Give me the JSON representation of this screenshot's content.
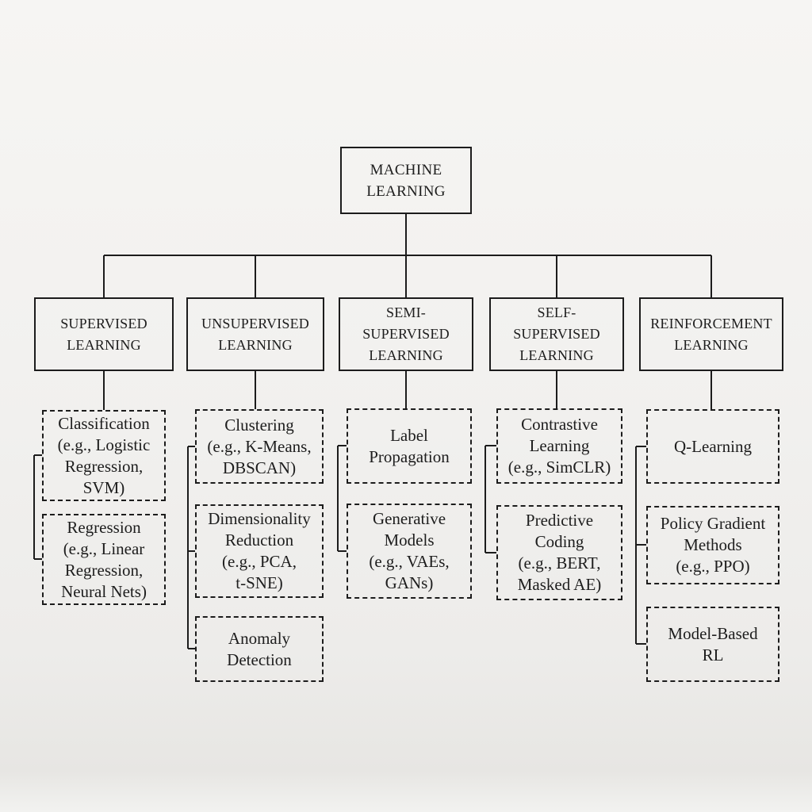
{
  "page": {
    "background_color": "#f1f0ee",
    "line_color": "#1c1c1c",
    "text_color": "#1d1d1d"
  },
  "diagram": {
    "root": {
      "label": "MACHINE\nLEARNING"
    },
    "branches": [
      {
        "label": "SUPERVISED\nLEARNING",
        "children": [
          {
            "label": "Classification\n(e.g., Logistic\nRegression,\nSVM)"
          },
          {
            "label": "Regression\n(e.g., Linear\nRegression,\nNeural Nets)"
          }
        ]
      },
      {
        "label": "UNSUPERVISED\nLEARNING",
        "children": [
          {
            "label": "Clustering\n(e.g., K-Means,\nDBSCAN)"
          },
          {
            "label": "Dimensionality\nReduction\n(e.g., PCA,\nt-SNE)"
          },
          {
            "label": "Anomaly\nDetection"
          }
        ]
      },
      {
        "label": "SEMI-\nSUPERVISED\nLEARNING",
        "children": [
          {
            "label": "Label\nPropagation"
          },
          {
            "label": "Generative\nModels\n(e.g., VAEs,\nGANs)"
          }
        ]
      },
      {
        "label": "SELF-\nSUPERVISED\nLEARNING",
        "children": [
          {
            "label": "Contrastive\nLearning\n(e.g., SimCLR)"
          },
          {
            "label": "Predictive\nCoding\n(e.g., BERT,\nMasked AE)"
          }
        ]
      },
      {
        "label": "REINFORCEMENT\nLEARNING",
        "children": [
          {
            "label": "Q-Learning"
          },
          {
            "label": "Policy Gradient\nMethods\n(e.g., PPO)"
          },
          {
            "label": "Model-Based\nRL"
          }
        ]
      }
    ]
  }
}
